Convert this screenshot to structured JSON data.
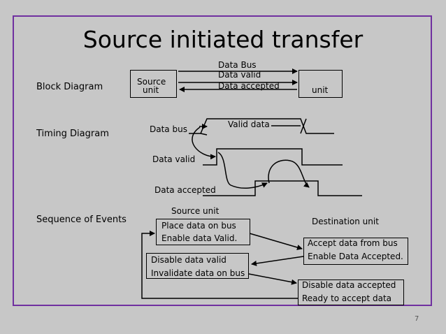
{
  "title": "Source initiated transfer",
  "sections": {
    "block_diagram": "Block Diagram",
    "timing_diagram": "Timing Diagram",
    "sequence_of_events": "Sequence of Events"
  },
  "block": {
    "source_line1": "Source",
    "source_line2": "unit",
    "dest": "unit",
    "data_bus": "Data Bus",
    "data_valid": "Data valid",
    "data_accepted": "Data accepted"
  },
  "timing": {
    "data_bus": "Data bus",
    "valid_data": "Valid data",
    "data_valid": "Data valid",
    "data_accepted": "Data accepted"
  },
  "sequence": {
    "source_unit": "Source unit",
    "destination_unit": "Destination unit",
    "box1": [
      "Place data on bus",
      "Enable data Valid."
    ],
    "box2": [
      "Accept data from bus",
      "Enable Data Accepted."
    ],
    "box3": [
      "Disable data valid",
      "Invalidate data on bus"
    ],
    "box4": [
      "Disable data accepted",
      "Ready to accept data"
    ]
  },
  "page_number": "7"
}
